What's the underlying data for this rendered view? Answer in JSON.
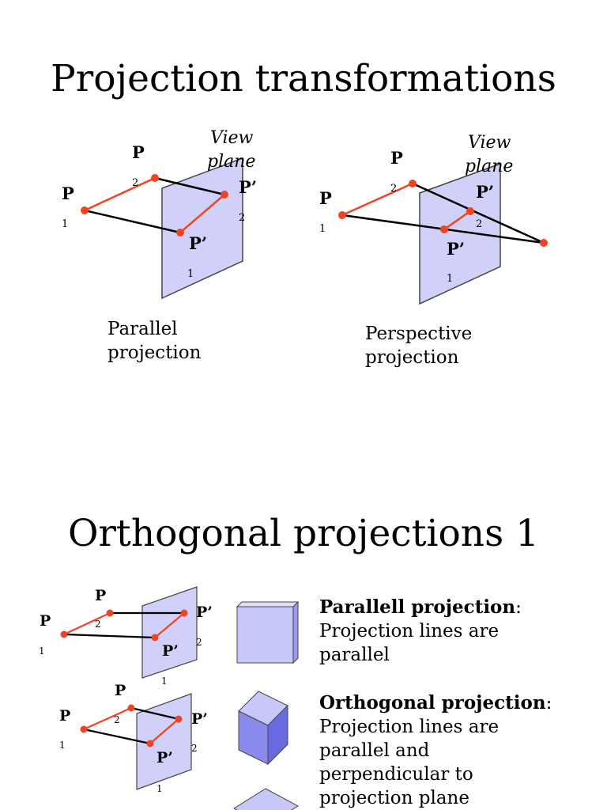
{
  "slide1": {
    "title": "Projection transformations",
    "parallel": {
      "view_plane_line1": "View",
      "view_plane_line2": "plane",
      "caption_line1": "Parallel",
      "caption_line2": "projection",
      "labels": {
        "P": "P",
        "P_prime": "P’",
        "sub1": "1",
        "sub2": "2"
      }
    },
    "perspective": {
      "view_plane_line1": "View",
      "view_plane_line2": "plane",
      "caption_line1": "Perspective",
      "caption_line2": "projection",
      "labels": {
        "P": "P",
        "P_prime": "P’",
        "sub1": "1",
        "sub2": "2"
      }
    }
  },
  "slide2": {
    "title": "Orthogonal projections 1",
    "items": [
      {
        "term": "Parallell projection",
        "colon": ":",
        "lines": [
          "Projection lines are",
          "parallel"
        ]
      },
      {
        "term": "Orthogonal projection",
        "colon": ":",
        "lines": [
          "Projection lines are",
          "parallel and",
          "perpendicular to",
          "projection plane"
        ]
      }
    ],
    "labels": {
      "P": "P",
      "P_prime": "P’",
      "sub1": "1",
      "sub2": "2"
    }
  },
  "colors": {
    "plane_fill": "#d0d0f8",
    "plane_stroke": "#444444",
    "projected_line": "#ee4422",
    "projector_line": "#000000",
    "point": "#ee4422",
    "cube_light": "#c8c8f8",
    "cube_mid": "#9a9af0",
    "cube_dark": "#6a6ae0"
  }
}
